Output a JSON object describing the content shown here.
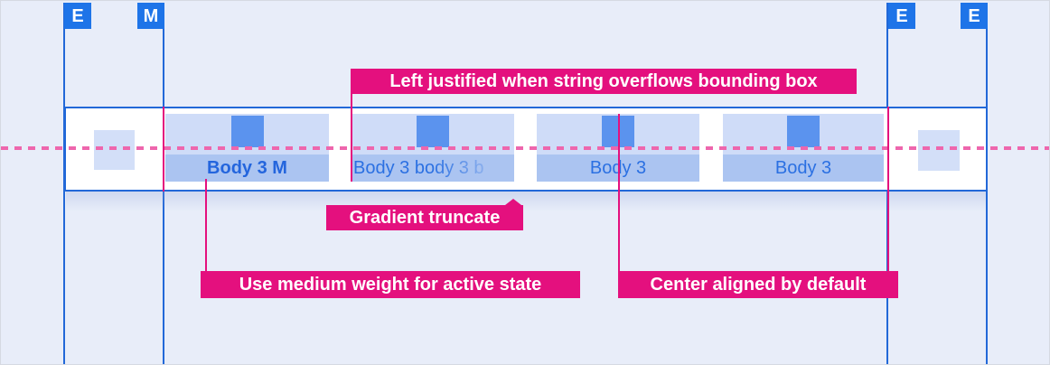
{
  "guides": {
    "labels": [
      "E",
      "M",
      "E",
      "E"
    ]
  },
  "tabbar": {
    "tabs": [
      {
        "label": "Body 3 M",
        "state": "active"
      },
      {
        "label": "Body 3 body 3 b",
        "state": "truncated"
      },
      {
        "label": "Body 3",
        "state": "default"
      },
      {
        "label": "Body 3",
        "state": "default"
      }
    ]
  },
  "annotations": {
    "overflow": "Left justified when string overflows bounding box",
    "gradient": "Gradient truncate",
    "medium_weight": "Use medium weight for active state",
    "center_aligned": "Center aligned by default"
  },
  "colors": {
    "background": "#e8edf9",
    "guide_blue": "#2268d8",
    "label_blue": "#1e74e8",
    "annotation_magenta": "#e4107e",
    "baseline_pink": "#ee66ad",
    "tab_top_fill": "#cfdcf8",
    "tab_label_fill": "#abc4f1",
    "tab_icon_fill": "#5b93ee",
    "spacer_fill": "#d3dff8",
    "tab_text_blue": "#2b70e2",
    "bar_background": "#ffffff"
  }
}
